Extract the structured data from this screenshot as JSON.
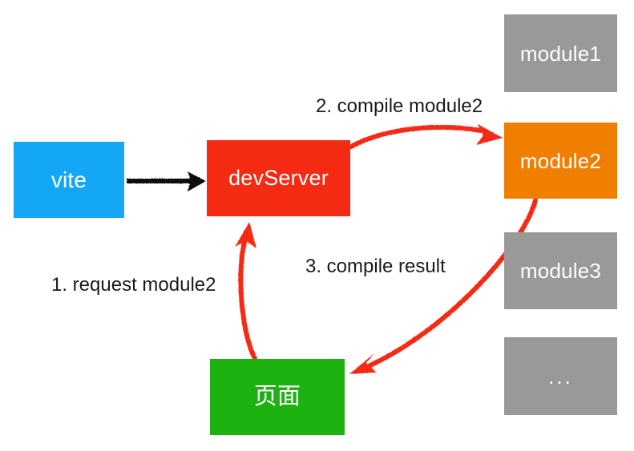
{
  "diagram": {
    "title": "vite dev server module compilation flow",
    "nodes": [
      {
        "id": "vite",
        "label": "vite",
        "color": "#13a7f5"
      },
      {
        "id": "devserver",
        "label": "devServer",
        "color": "#f42a13"
      },
      {
        "id": "page",
        "label": "页面",
        "color": "#1eb211"
      },
      {
        "id": "module1",
        "label": "module1",
        "color": "#999999"
      },
      {
        "id": "module2",
        "label": "module2",
        "color": "#f07e00"
      },
      {
        "id": "module3",
        "label": "module3",
        "color": "#999999"
      },
      {
        "id": "more",
        "label": "...",
        "color": "#999999"
      }
    ],
    "edges": [
      {
        "id": "vite-to-devserver",
        "label": "",
        "color": "#111111"
      },
      {
        "id": "devserver-to-module2",
        "label": "2. compile module2",
        "color": "#f42a13"
      },
      {
        "id": "page-to-devserver",
        "label": "1. request module2",
        "color": "#f42a13"
      },
      {
        "id": "module2-to-page",
        "label": "3. compile result",
        "color": "#f42a13"
      }
    ],
    "labels": {
      "step1": "1. request module2",
      "step2": "2. compile module2",
      "step3": "3. compile result"
    },
    "colors": {
      "background": "#ffffff",
      "arrow_red": "#f42a13",
      "arrow_black": "#111111",
      "text_dark": "#1a1a1a",
      "text_light": "#ffffff"
    }
  }
}
